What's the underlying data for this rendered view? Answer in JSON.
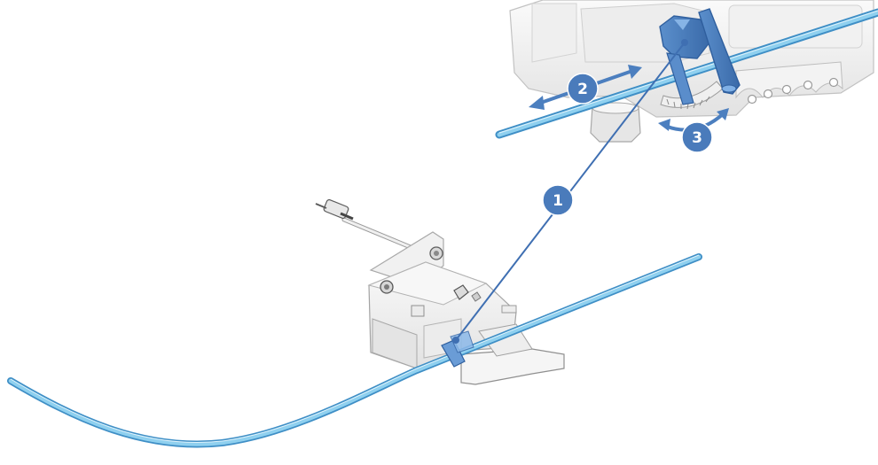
{
  "colors": {
    "rail_fill": "#8fd0ef",
    "rail_edge": "#3f8fc6",
    "accent": "#4c7fbf",
    "accent_dark": "#2f5f9e",
    "part_fill": "#f4f4f4",
    "part_edge": "#b8b8b8"
  },
  "callouts": [
    {
      "id": "callout-1",
      "label": "1"
    },
    {
      "id": "callout-2",
      "label": "2"
    },
    {
      "id": "callout-3",
      "label": "3"
    }
  ],
  "icons": [
    "double-arrow-icon",
    "curved-arrow-icon"
  ]
}
